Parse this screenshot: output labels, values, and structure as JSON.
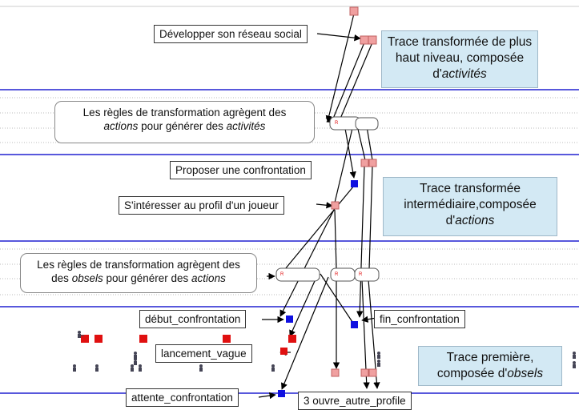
{
  "levels": {
    "high": {
      "label": "Développer son réseau social",
      "info_text": "Trace transformée de plus haut niveau, composée d'",
      "info_em": "activités"
    },
    "rules_top": {
      "pre": "Les règles de transformation agrègent des",
      "em1": "actions",
      "mid": " pour générer des ",
      "em2": "activités"
    },
    "mid": {
      "label_confrontation": "Proposer une confrontation",
      "label_profil": "S'intéresser au profil d'un joueur",
      "info_text": "Trace transformée intermédiaire,composée d'",
      "info_em": "actions"
    },
    "rules_bottom": {
      "pre": "Les règles de transformation agrègent des ",
      "em1": "obsels",
      "mid": " pour générer des ",
      "em2": "actions"
    },
    "raw": {
      "label_debut": "début_confrontation",
      "label_fin": "fin_confrontation",
      "label_lancement": "lancement_vague",
      "label_attente": "attente_confrontation",
      "label_ouvre": "3 ouvre_autre_profile",
      "info_text": "Trace première, composée d'",
      "info_em": "obsels"
    }
  },
  "rule_marker": "R",
  "colors": {
    "level_line": "#2020d0",
    "obsel_blue": "#1010e0",
    "obsel_red": "#e01010",
    "obsel_pink": "#f0a0a0",
    "info_bg": "#d3e9f4"
  }
}
